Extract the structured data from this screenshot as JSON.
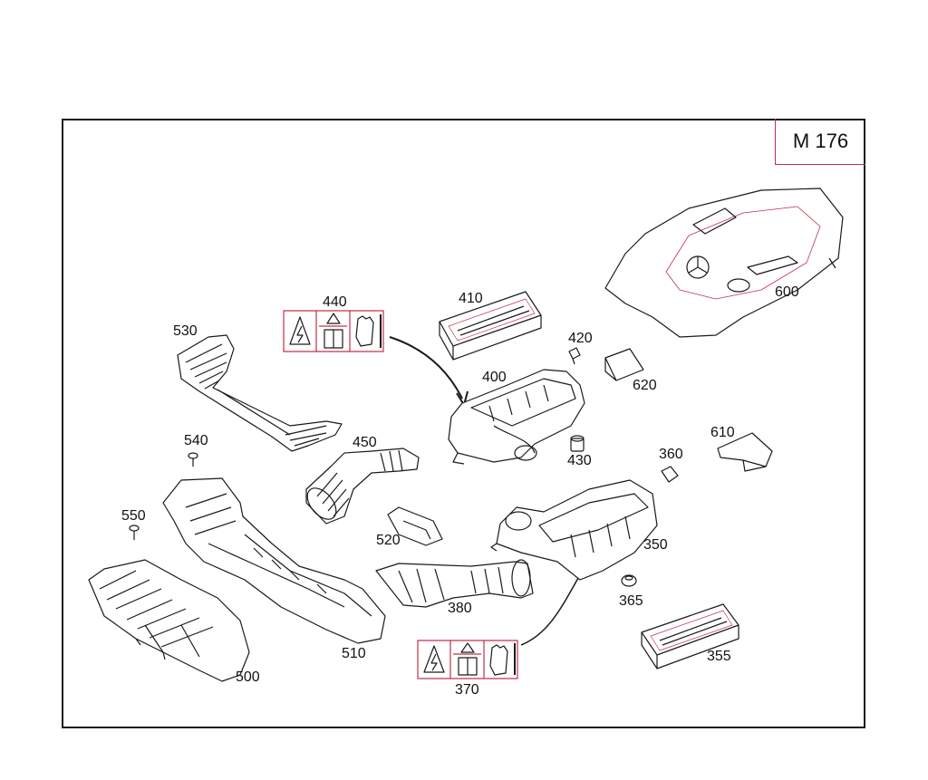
{
  "model_code": "M 176",
  "parts": [
    {
      "id": "p600",
      "number": "600"
    },
    {
      "id": "p410",
      "number": "410"
    },
    {
      "id": "p440",
      "number": "440"
    },
    {
      "id": "p530",
      "number": "530"
    },
    {
      "id": "p420",
      "number": "420"
    },
    {
      "id": "p400",
      "number": "400"
    },
    {
      "id": "p620",
      "number": "620"
    },
    {
      "id": "p540",
      "number": "540"
    },
    {
      "id": "p450",
      "number": "450"
    },
    {
      "id": "p430",
      "number": "430"
    },
    {
      "id": "p610",
      "number": "610"
    },
    {
      "id": "p360",
      "number": "360"
    },
    {
      "id": "p550",
      "number": "550"
    },
    {
      "id": "p520",
      "number": "520"
    },
    {
      "id": "p350",
      "number": "350"
    },
    {
      "id": "p380",
      "number": "380"
    },
    {
      "id": "p365",
      "number": "365"
    },
    {
      "id": "p510",
      "number": "510"
    },
    {
      "id": "p500",
      "number": "500"
    },
    {
      "id": "p355",
      "number": "355"
    },
    {
      "id": "p370",
      "number": "370"
    }
  ]
}
